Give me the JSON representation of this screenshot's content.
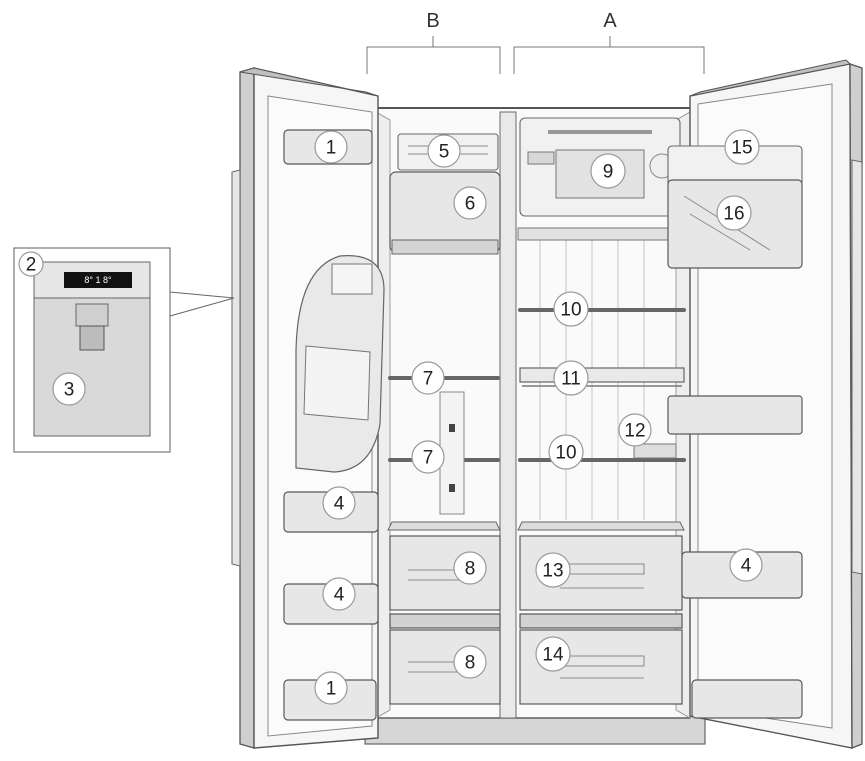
{
  "sections": [
    {
      "id": "B",
      "label": "B"
    },
    {
      "id": "A",
      "label": "A"
    }
  ],
  "dispenser_display_text": "8° 1  8°",
  "callouts": [
    {
      "id": "door-bin-top-left",
      "label": "1"
    },
    {
      "id": "door-bin-bottom-left",
      "label": "1"
    },
    {
      "id": "dispenser-display",
      "label": "2"
    },
    {
      "id": "dispenser-area",
      "label": "3"
    },
    {
      "id": "door-bin-mid-left-upper",
      "label": "4"
    },
    {
      "id": "door-bin-mid-left-lower",
      "label": "4"
    },
    {
      "id": "door-bin-right",
      "label": "4"
    },
    {
      "id": "ice-maker",
      "label": "5"
    },
    {
      "id": "ice-bin",
      "label": "6"
    },
    {
      "id": "freezer-shelf-upper",
      "label": "7"
    },
    {
      "id": "freezer-shelf-lower",
      "label": "7"
    },
    {
      "id": "freezer-drawer-upper",
      "label": "8"
    },
    {
      "id": "freezer-drawer-lower",
      "label": "8"
    },
    {
      "id": "control-panel",
      "label": "9"
    },
    {
      "id": "fridge-shelf-upper",
      "label": "10"
    },
    {
      "id": "fridge-shelf-lower",
      "label": "10"
    },
    {
      "id": "fridge-shelf-middle",
      "label": "11"
    },
    {
      "id": "bottle-holder",
      "label": "12"
    },
    {
      "id": "fridge-drawer-upper",
      "label": "13"
    },
    {
      "id": "fridge-drawer-lower",
      "label": "14"
    },
    {
      "id": "dairy-compartment-lid",
      "label": "15"
    },
    {
      "id": "dairy-compartment",
      "label": "16"
    }
  ]
}
